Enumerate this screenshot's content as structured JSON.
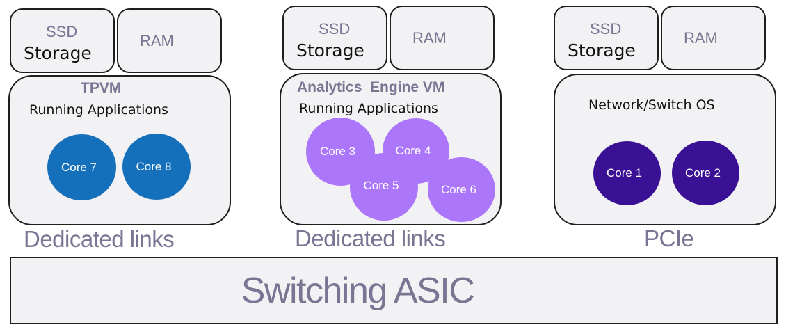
{
  "colors": {
    "box_fill": "#f2f1f3",
    "border": "#1e1e1e",
    "muted_text": "#7b7493",
    "tpvm_core": "#1570bb",
    "analytics_core": "#ab76fa",
    "os_core": "#3a1195"
  },
  "groups": [
    {
      "ssd": "SSD",
      "storage": "Storage",
      "ram": "RAM",
      "title": "TPVM",
      "subtitle": "Running Applications",
      "cores": [
        "Core 7",
        "Core 8"
      ],
      "link": "Dedicated links"
    },
    {
      "ssd": "SSD",
      "storage": "Storage",
      "ram": "RAM",
      "title": "Analytics  Engine VM",
      "subtitle": "Running Applications",
      "cores": [
        "Core 3",
        "Core 4",
        "Core 5",
        "Core 6"
      ],
      "link": "Dedicated links"
    },
    {
      "ssd": "SSD",
      "storage": "Storage",
      "ram": "RAM",
      "title": "",
      "subtitle": "Network/Switch OS",
      "cores": [
        "Core 1",
        "Core 2"
      ],
      "link": "PCIe"
    }
  ],
  "asic": {
    "label": "Switching ASIC"
  }
}
